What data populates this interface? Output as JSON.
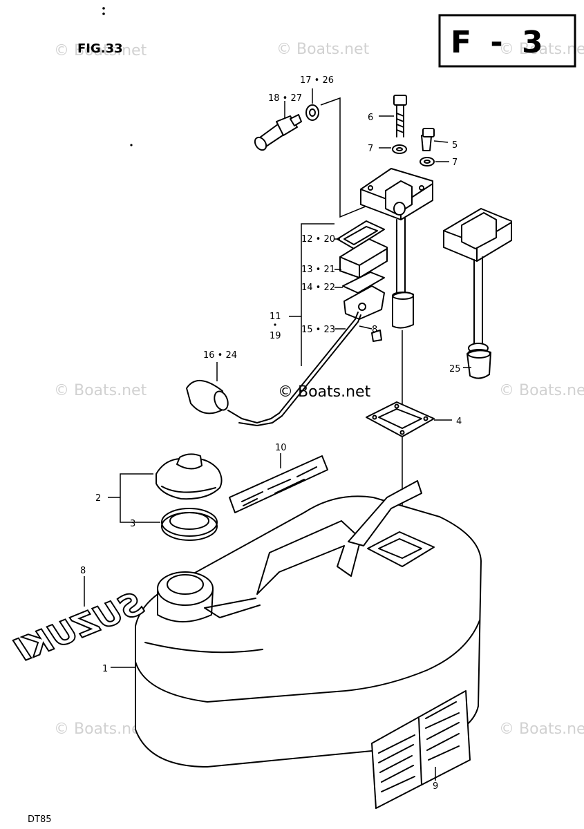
{
  "figure_label": "FIG.33",
  "section_code": "F - 3",
  "model": "DT85",
  "watermark": "© Boats.net",
  "callouts": {
    "c1": "1",
    "c2": "2",
    "c3": "3",
    "c4": "4",
    "c5": "5",
    "c6": "6",
    "c7a": "7",
    "c7b": "7",
    "c8": "8",
    "c8b": "8",
    "c9": "9",
    "c10": "10",
    "c11": "11",
    "c19": "19",
    "c12_20": "12 • 20",
    "c13_21": "13 • 21",
    "c14_22": "14 • 22",
    "c15_23": "15 • 23",
    "c16_24": "16 • 24",
    "c17_26": "17 • 26",
    "c18_27": "18 • 27",
    "c25": "25"
  },
  "brand_decal": "SUZUKI"
}
